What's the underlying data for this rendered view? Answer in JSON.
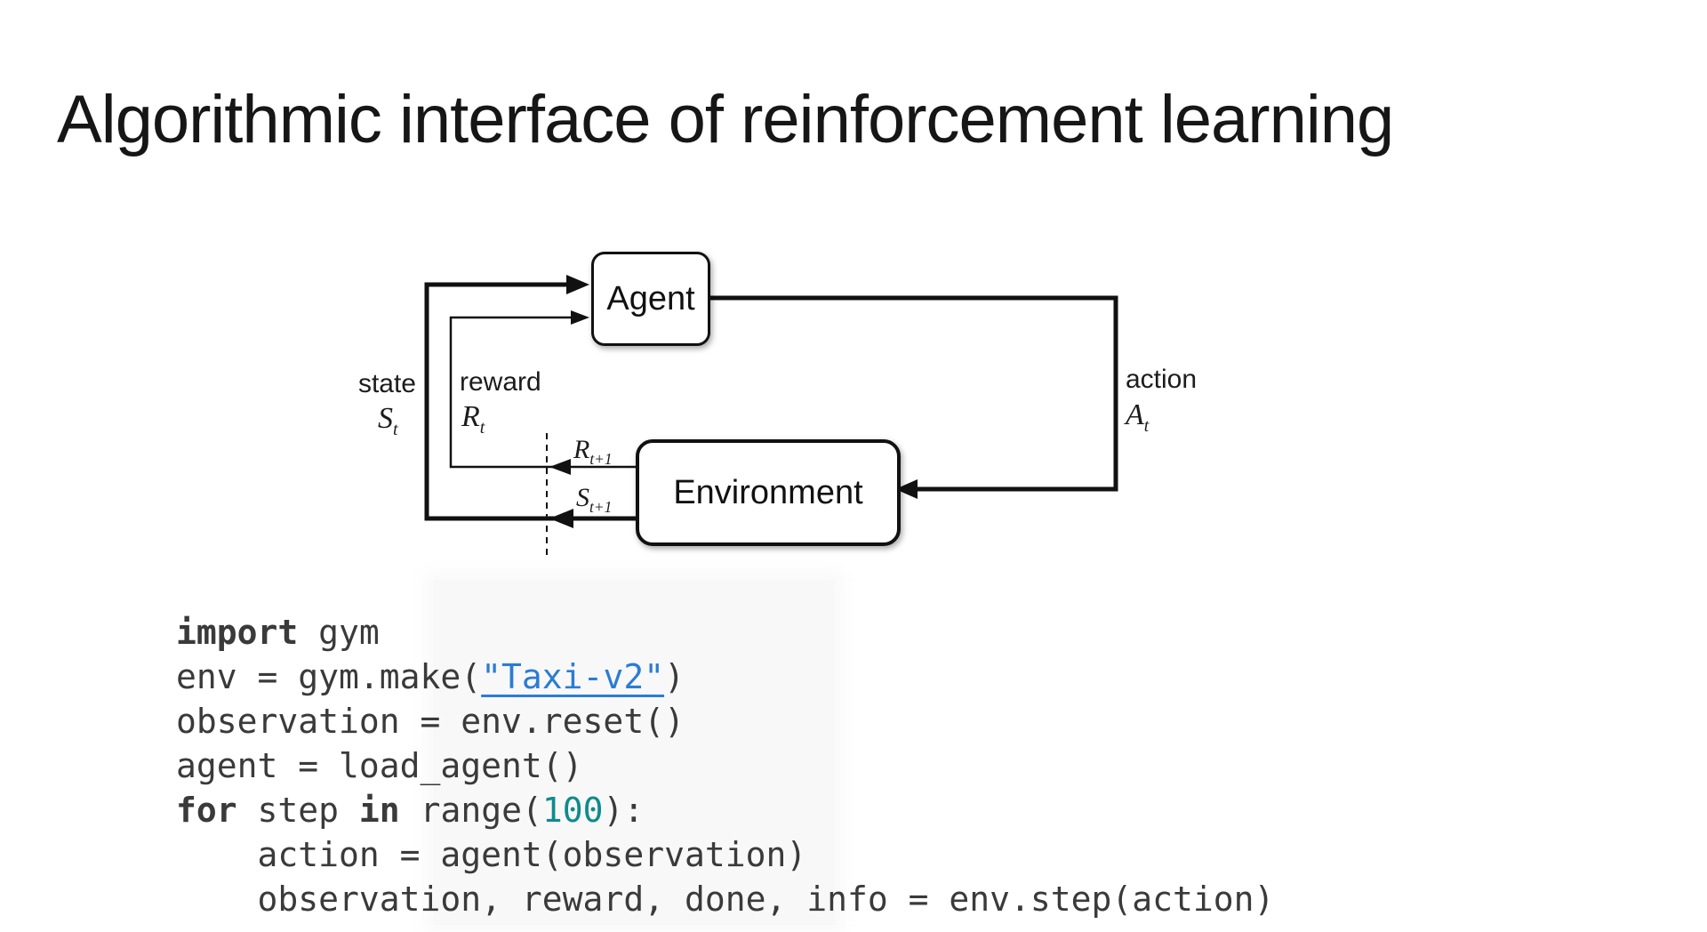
{
  "slide": {
    "title": "Algorithmic interface of reinforcement learning"
  },
  "diagram": {
    "agent": {
      "label": "Agent"
    },
    "environment": {
      "label": "Environment"
    },
    "state": {
      "label": "state",
      "symbol": "S",
      "sub": "t"
    },
    "reward": {
      "label": "reward",
      "symbol": "R",
      "sub": "t"
    },
    "action": {
      "label": "action",
      "symbol": "A",
      "sub": "t"
    },
    "next_reward": {
      "symbol": "R",
      "sub": "t+1"
    },
    "next_state": {
      "symbol": "S",
      "sub": "t+1"
    }
  },
  "code": {
    "lines": [
      {
        "tokens": [
          {
            "t": "import",
            "s": "kw"
          },
          {
            "t": " gym",
            "s": "plain"
          }
        ]
      },
      {
        "tokens": [
          {
            "t": "env = gym.make(",
            "s": "plain"
          },
          {
            "t": "\"Taxi-v2\"",
            "s": "link"
          },
          {
            "t": ")",
            "s": "plain"
          }
        ]
      },
      {
        "tokens": [
          {
            "t": "observation = env.reset()",
            "s": "plain"
          }
        ]
      },
      {
        "tokens": [
          {
            "t": "agent = load_agent()",
            "s": "plain"
          }
        ]
      },
      {
        "tokens": [
          {
            "t": "for",
            "s": "kw"
          },
          {
            "t": " step ",
            "s": "plain"
          },
          {
            "t": "in",
            "s": "kw"
          },
          {
            "t": " range(",
            "s": "plain"
          },
          {
            "t": "100",
            "s": "num"
          },
          {
            "t": "):",
            "s": "plain"
          }
        ]
      },
      {
        "tokens": [
          {
            "t": "    action = agent(observation)",
            "s": "plain"
          }
        ]
      },
      {
        "tokens": [
          {
            "t": "    observation, reward, done, info = env.step(action)",
            "s": "plain"
          }
        ]
      }
    ]
  },
  "colors": {
    "title_color": "#161616",
    "line_black": "#111111",
    "code_text": "#3a3a3a",
    "number_teal": "#0f8b8b",
    "link_blue": "#2b7cd3"
  }
}
